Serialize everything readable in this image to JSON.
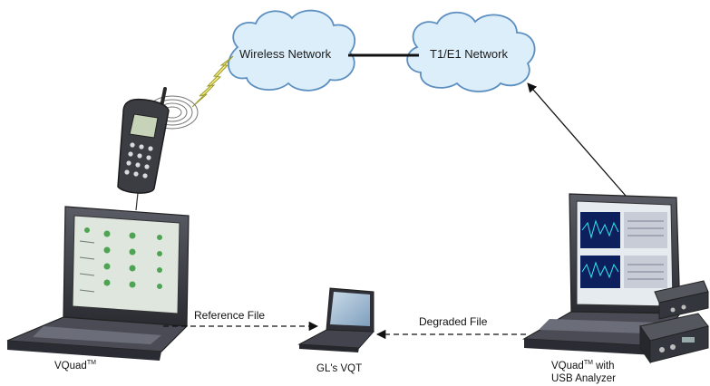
{
  "clouds": {
    "wireless": "Wireless Network",
    "t1e1": "T1/E1 Network"
  },
  "edges": {
    "reference": "Reference File",
    "degraded": "Degraded File"
  },
  "devices": {
    "left_laptop": {
      "name": "VQuad",
      "sup": "TM"
    },
    "center_laptop": {
      "name": "GL's VQT"
    },
    "right_laptop": {
      "name": "VQuad",
      "sup": "TM",
      "suffix": " with",
      "line2": "USB Analyzer"
    }
  },
  "colors": {
    "cloud_fill": "#dceefa",
    "cloud_stroke": "#5c8fc0",
    "link": "#111111",
    "screen": "#9bb7cf",
    "laptop_body": "#3f4048",
    "phone": "#3b3d42"
  }
}
